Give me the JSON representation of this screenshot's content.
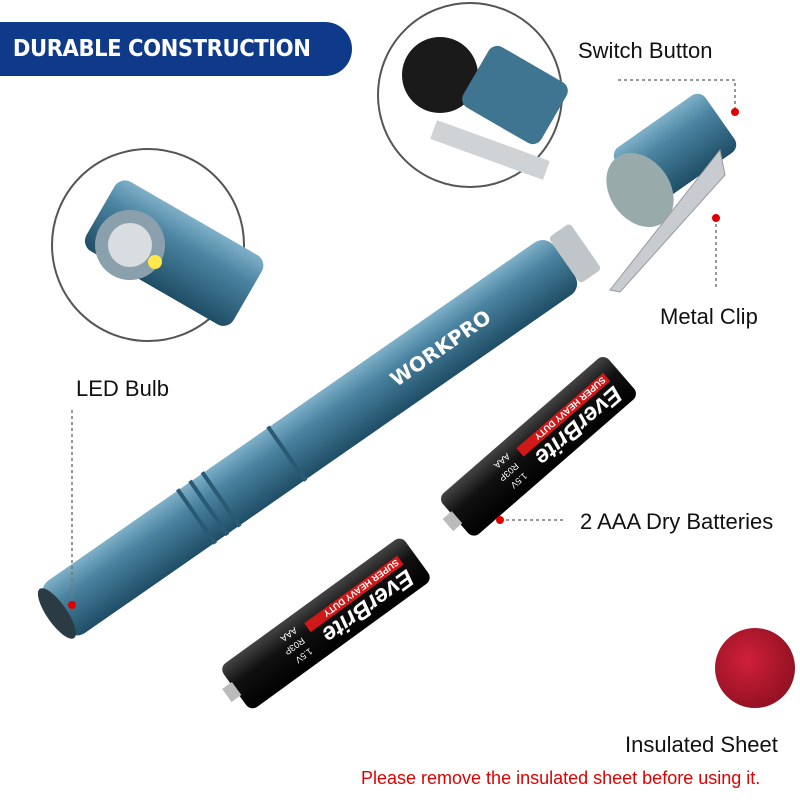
{
  "banner": {
    "title": "DURABLE CONSTRUCTION",
    "color": "#0f3a8a"
  },
  "labels": {
    "switch_button": "Switch Button",
    "metal_clip": "Metal Clip",
    "led_bulb": "LED Bulb",
    "batteries": "2 AAA Dry Batteries",
    "insulated_sheet": "Insulated Sheet"
  },
  "product": {
    "brand": "WORKPRO",
    "battery_brand": "EverBrite",
    "battery_type": "AAA",
    "battery_code": "R03P",
    "battery_voltage": "1.5V",
    "battery_tagline": "SUPER HEAVY DUTY",
    "body_color": "#3f7590"
  },
  "note": {
    "text": "Please remove the insulated sheet before using it.",
    "color": "#e00000"
  }
}
